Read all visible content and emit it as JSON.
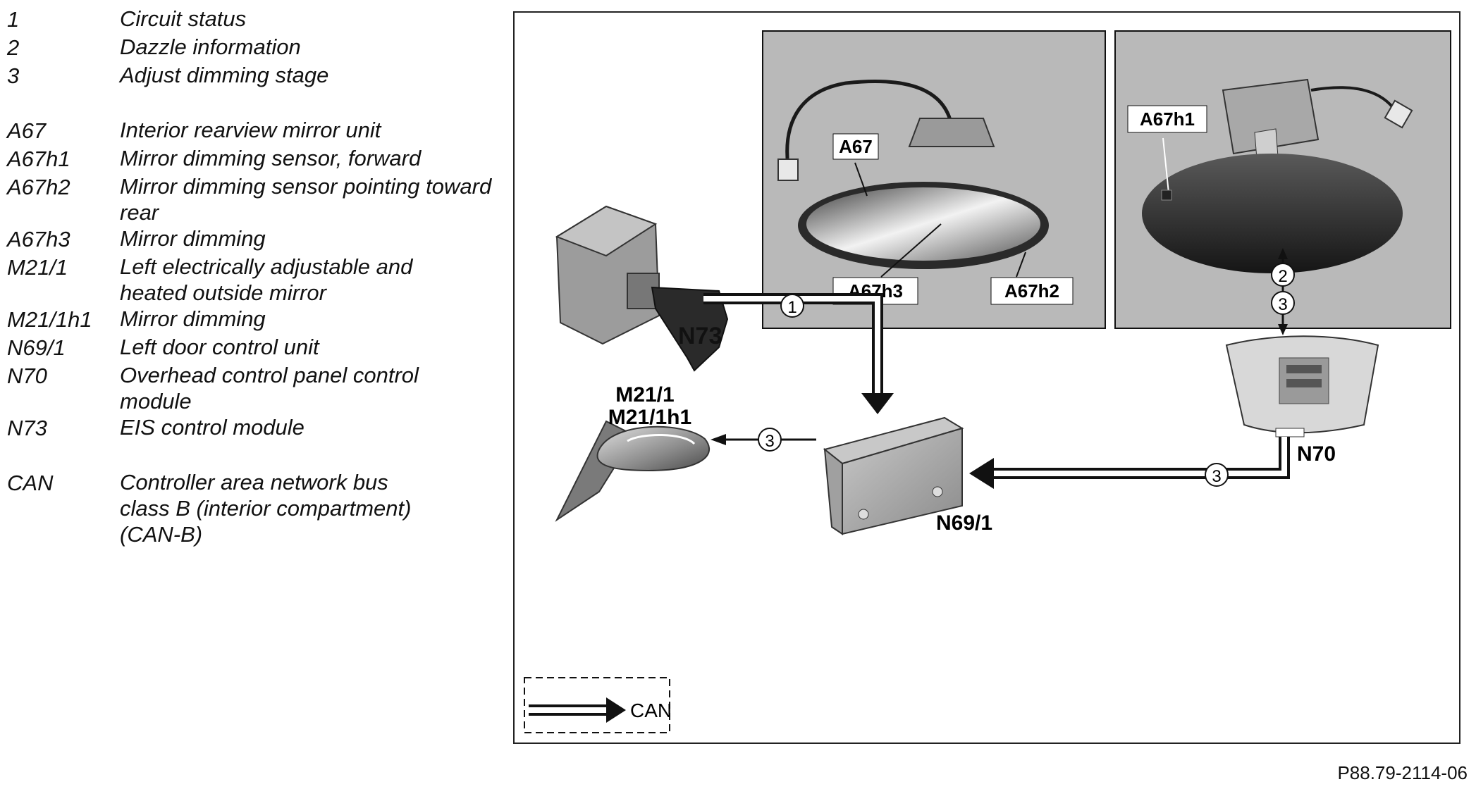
{
  "legend": {
    "items": [
      {
        "key": "1",
        "desc": "Circuit status"
      },
      {
        "key": "2",
        "desc": "Dazzle information"
      },
      {
        "key": "3",
        "desc": "Adjust dimming stage"
      }
    ],
    "components": [
      {
        "key": "A67",
        "desc": "Interior rearview mirror unit"
      },
      {
        "key": "A67h1",
        "desc": "Mirror dimming sensor, forward"
      },
      {
        "key": "A67h2",
        "desc": "Mirror dimming sensor pointing toward rear"
      },
      {
        "key": "A67h3",
        "desc": "Mirror dimming"
      },
      {
        "key": "M21/1",
        "desc": "Left electrically adjustable and heated outside mirror"
      },
      {
        "key": "M21/1h1",
        "desc": "Mirror dimming"
      },
      {
        "key": "N69/1",
        "desc": "Left door control unit"
      },
      {
        "key": "N70",
        "desc": "Overhead control panel control module"
      },
      {
        "key": "N73",
        "desc": "EIS control module"
      }
    ],
    "bus": [
      {
        "key": "CAN",
        "desc": "Controller area network bus class B (interior compartment) (CAN-B)"
      }
    ]
  },
  "diagram": {
    "labels": {
      "a67": "A67",
      "a67h1": "A67h1",
      "a67h2": "A67h2",
      "a67h3": "A67h3",
      "n73": "N73",
      "n70": "N70",
      "n69_1": "N69/1",
      "m21_1": "M21/1",
      "m21_1h1": "M21/1h1"
    },
    "signals": {
      "s1": "1",
      "s2": "2",
      "s3_top": "3",
      "s3_right": "3",
      "s3_left": "3"
    },
    "can_legend": "CAN"
  },
  "footer": "P88.79-2114-06",
  "colors": {
    "panel_bg": "#b9b9b9",
    "line": "#111111",
    "device_gray": "#8c8c8c"
  }
}
